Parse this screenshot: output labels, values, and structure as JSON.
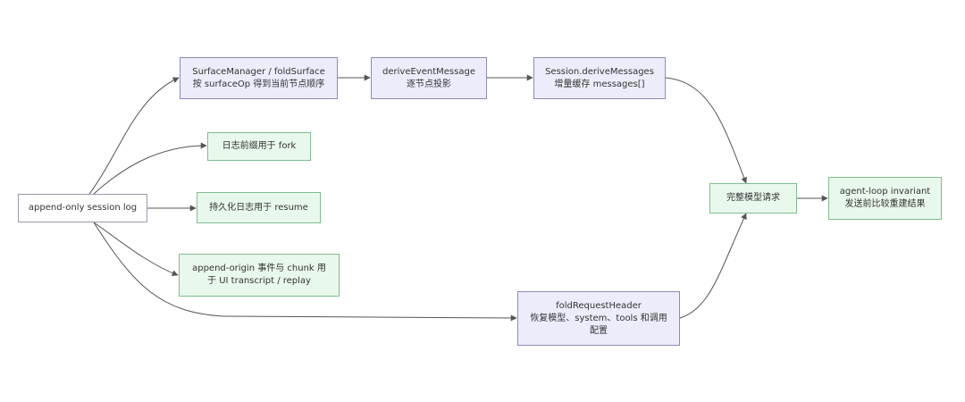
{
  "nodes": {
    "session_log": {
      "lines": [
        "append-only session log"
      ]
    },
    "surface_manager": {
      "lines": [
        "SurfaceManager / foldSurface",
        "按 surfaceOp 得到当前节点顺序"
      ]
    },
    "derive_event": {
      "lines": [
        "deriveEventMessage",
        "逐节点投影"
      ]
    },
    "session_derive": {
      "lines": [
        "Session.deriveMessages",
        "增量缓存 messages[]"
      ]
    },
    "fork_log": {
      "lines": [
        "日志前缀用于 fork"
      ]
    },
    "resume_log": {
      "lines": [
        "持久化日志用于 resume"
      ]
    },
    "append_origin": {
      "lines": [
        "append-origin 事件与 chunk 用",
        "于 UI transcript / replay"
      ]
    },
    "fold_request": {
      "lines": [
        "foldRequestHeader",
        "恢复模型、system、tools 和调用",
        "配置"
      ]
    },
    "full_request": {
      "lines": [
        "完整模型请求"
      ]
    },
    "invariant": {
      "lines": [
        "agent-loop invariant",
        "发送前比较重建结果"
      ]
    }
  },
  "colors": {
    "edge": "#555555",
    "purple_fill": "#ececfb",
    "purple_stroke": "#8c8cb8",
    "green_fill": "#e9f8ec",
    "green_stroke": "#7fbd8f"
  }
}
